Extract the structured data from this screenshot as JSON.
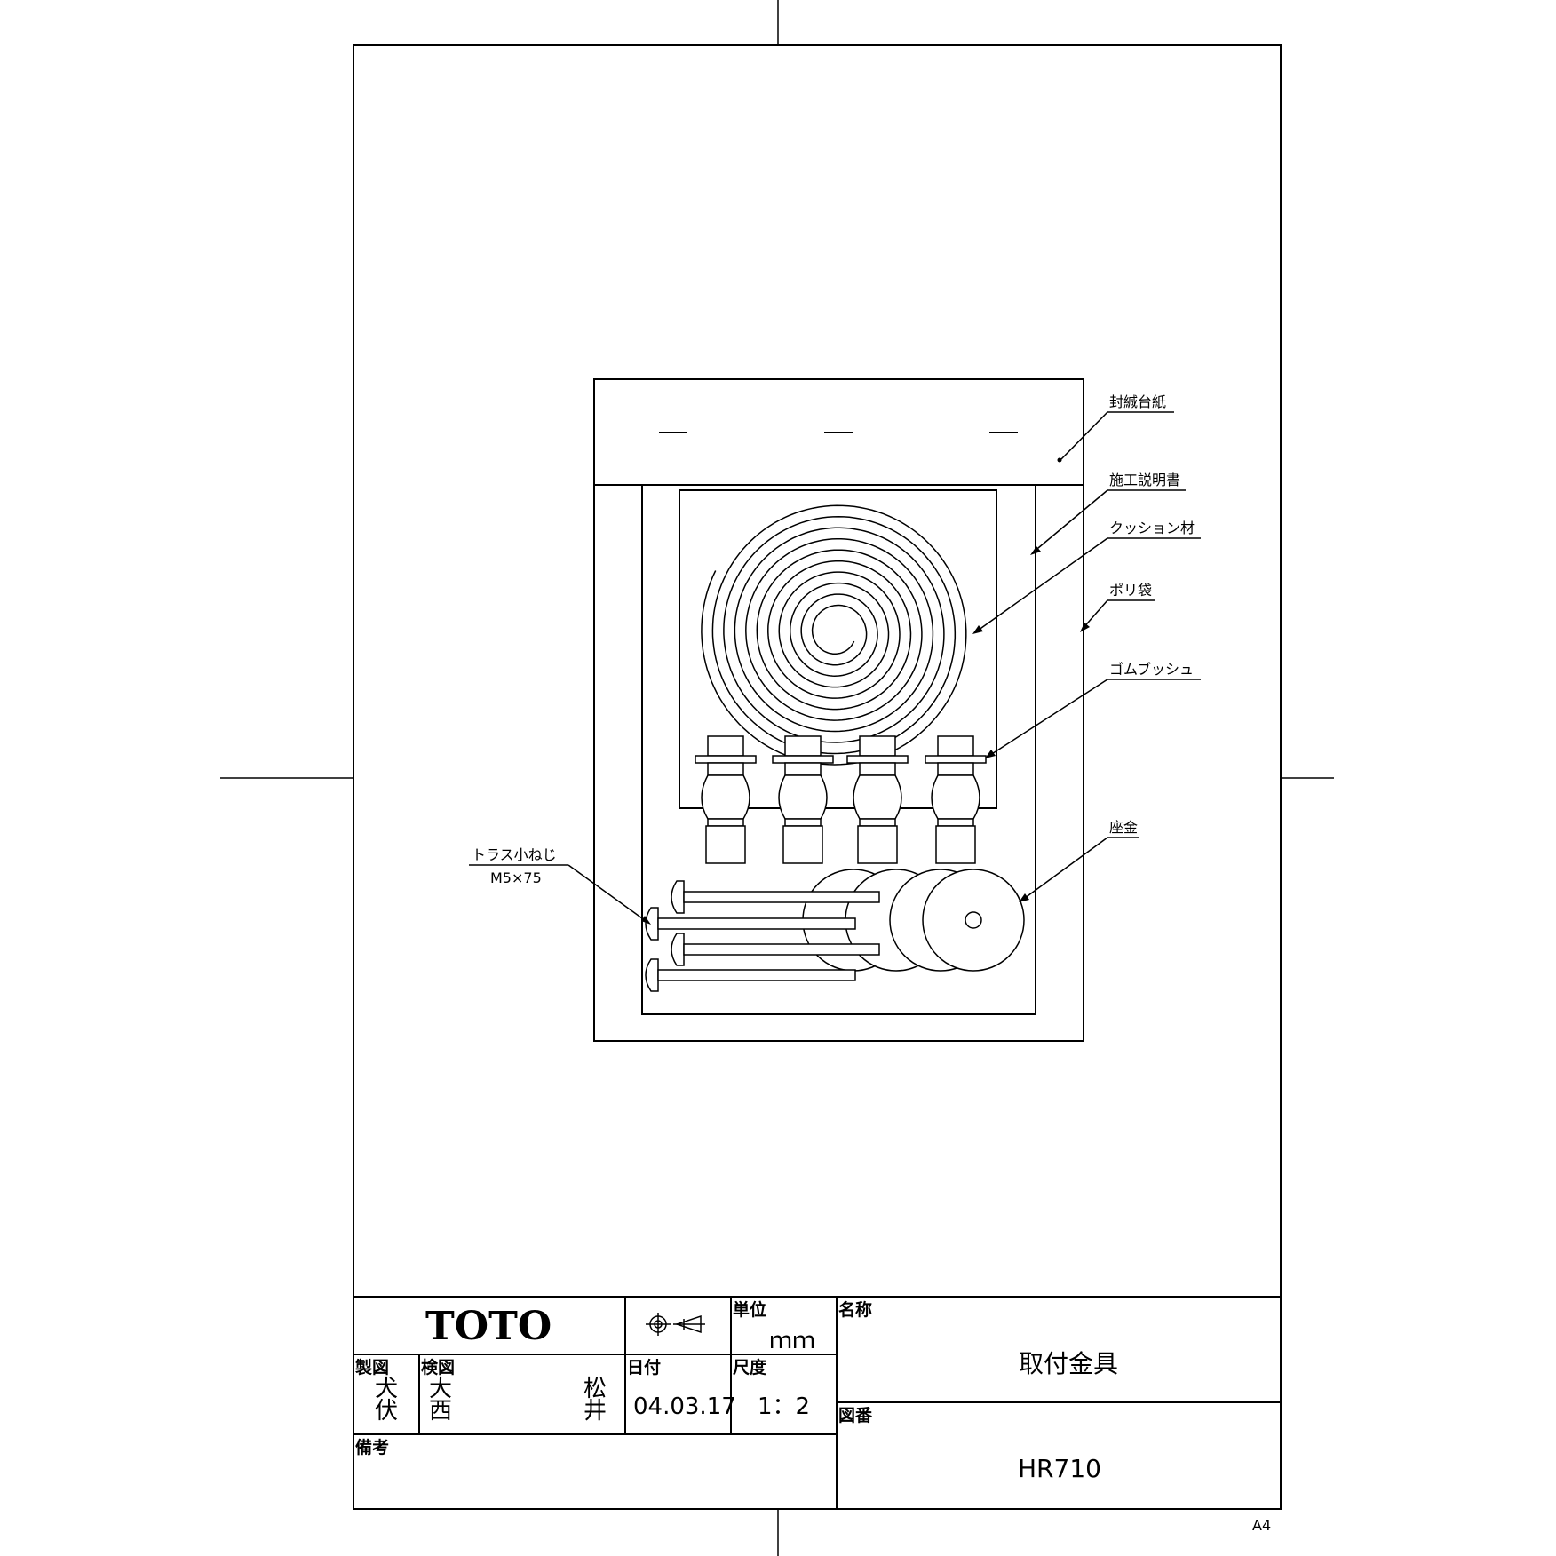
{
  "callouts": {
    "sealing_mount": "封緘台紙",
    "instructions": "施工説明書",
    "cushion": "クッション材",
    "poly_bag": "ポリ袋",
    "rubber_bush": "ゴムブッシュ",
    "washer": "座金",
    "screw_name": "トラス小ねじ",
    "screw_size": "M5×75"
  },
  "title_block": {
    "logo": "TOTO",
    "unit_label": "単位",
    "unit_value": "ｍｍ",
    "name_label": "名称",
    "name_value": "取付金具",
    "drawn_label": "製図",
    "drawn_value": [
      "犬",
      "伏"
    ],
    "checked_label": "検図",
    "checked_value": [
      "大",
      "西"
    ],
    "checked_value2": [
      "松",
      "井"
    ],
    "date_label": "日付",
    "date_value": "04.03.17",
    "scale_label": "尺度",
    "scale_value": "1：2",
    "drawing_no_label": "図番",
    "drawing_no_value": "HR710",
    "remarks_label": "備考",
    "paper_size": "A4"
  },
  "colors": {
    "line": "#000000",
    "paper": "#ffffff"
  },
  "icons": {
    "projection_symbol": "third-angle-projection-icon"
  }
}
